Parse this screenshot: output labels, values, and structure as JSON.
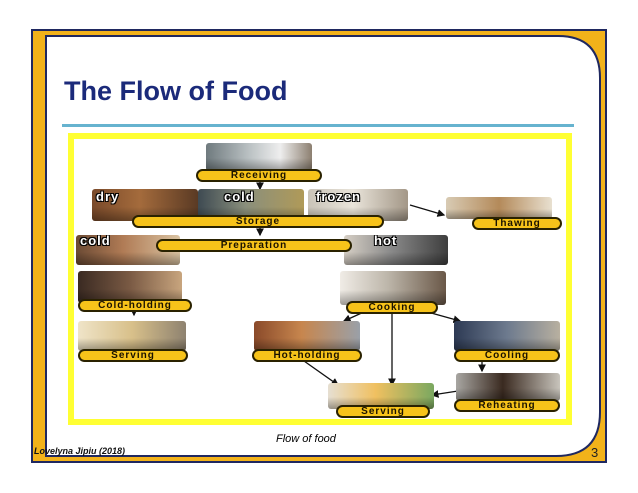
{
  "slide": {
    "title": "The Flow of Food",
    "caption": "Flow of food",
    "author": "Lovelyna Jipiu (2018)",
    "page_number": "3"
  },
  "diagram": {
    "stages": {
      "receiving": "Receiving",
      "storage": "Storage",
      "thawing": "Thawing",
      "preparation": "Preparation",
      "cold_holding": "Cold-holding",
      "serving_left": "Serving",
      "cooking": "Cooking",
      "hot_holding": "Hot-holding",
      "cooling": "Cooling",
      "reheating": "Reheating",
      "serving_bottom": "Serving"
    },
    "photo_labels": {
      "dry": "dry",
      "cold_storage": "cold",
      "frozen": "frozen",
      "cold_prep": "cold",
      "hot_prep": "hot"
    }
  },
  "colors": {
    "title": "#1b2a7a",
    "frame_gold": "#f2b21a",
    "frame_navy": "#1f2860",
    "rule": "#66b3cf",
    "diagram_border": "#ffff33",
    "pill": "#f7c31a"
  }
}
